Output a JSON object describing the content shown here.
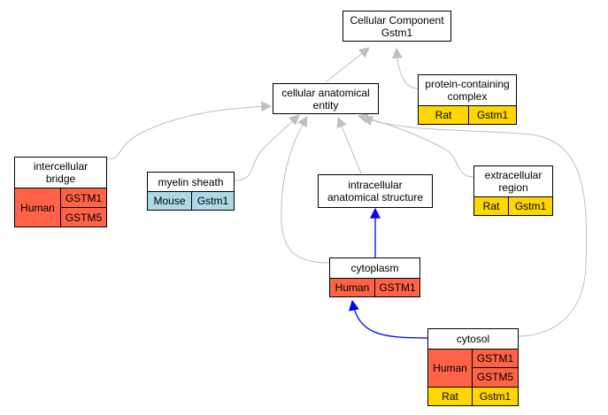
{
  "colors": {
    "human": "#ff6347",
    "rat": "#ffd700",
    "mouse": "#add8e6",
    "edge_gray": "#b0b0b0",
    "edge_blue": "#0000ff"
  },
  "nodes": {
    "cellular_component": {
      "title": "Cellular Component",
      "subtitle": "Gstm1"
    },
    "cellular_anatomical_entity": {
      "line1": "cellular anatomical",
      "line2": "entity"
    },
    "protein_containing_complex": {
      "line1": "protein-containing",
      "line2": "complex",
      "species": "Rat",
      "genes": [
        "Gstm1"
      ]
    },
    "intercellular_bridge": {
      "line1": "intercellular",
      "line2": "bridge",
      "species": "Human",
      "genes": [
        "GSTM1",
        "GSTM5"
      ]
    },
    "myelin_sheath": {
      "label": "myelin sheath",
      "species": "Mouse",
      "genes": [
        "Gstm1"
      ]
    },
    "intracellular_anatomical_structure": {
      "line1": "intracellular",
      "line2": "anatomical structure"
    },
    "extracellular_region": {
      "line1": "extracellular",
      "line2": "region",
      "species": "Rat",
      "genes": [
        "Gstm1"
      ]
    },
    "cytoplasm": {
      "label": "cytoplasm",
      "species": "Human",
      "genes": [
        "GSTM1"
      ]
    },
    "cytosol": {
      "label": "cytosol",
      "rows": [
        {
          "species": "Human",
          "genes": [
            "GSTM1",
            "GSTM5"
          ]
        },
        {
          "species": "Rat",
          "genes": [
            "Gstm1"
          ]
        }
      ]
    }
  }
}
